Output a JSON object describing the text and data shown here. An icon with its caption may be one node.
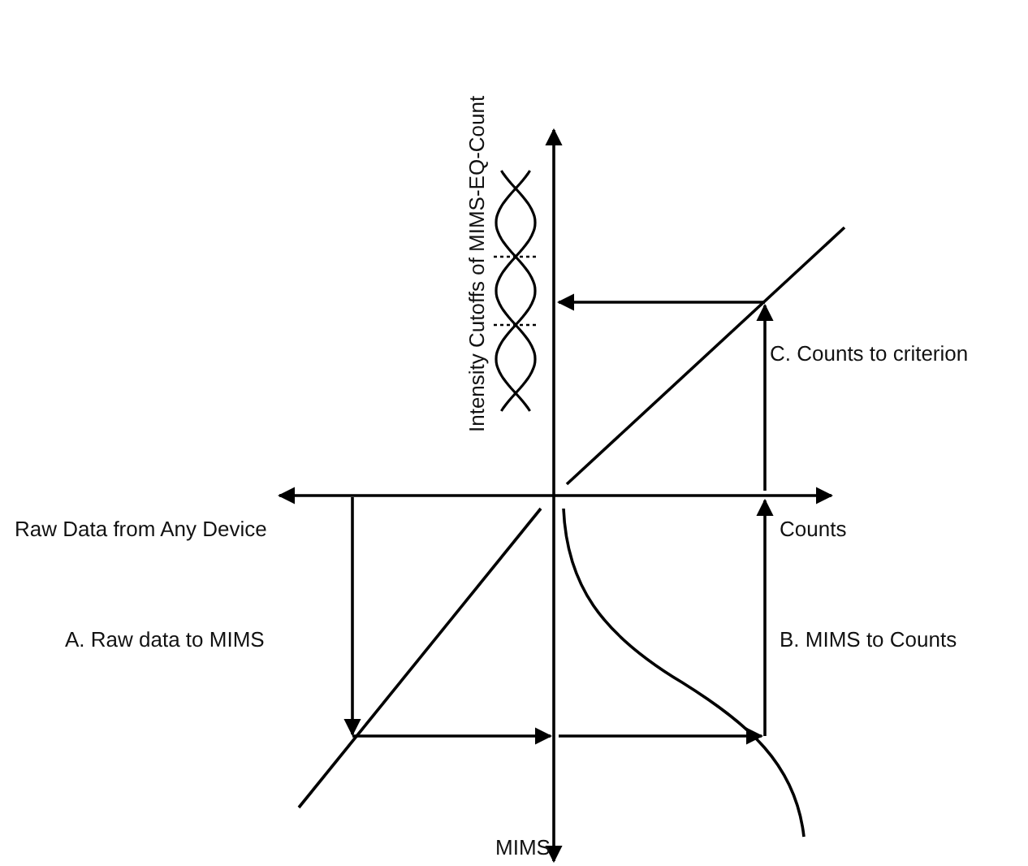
{
  "diagram": {
    "labels": [
      "Intensity Cutoffs of MIMS-EQ-Count",
      "C. Counts to criterion",
      "Raw Data from Any Device",
      "Counts",
      "A. Raw data to MIMS",
      "B. MIMS to Counts",
      "MIMS"
    ]
  }
}
